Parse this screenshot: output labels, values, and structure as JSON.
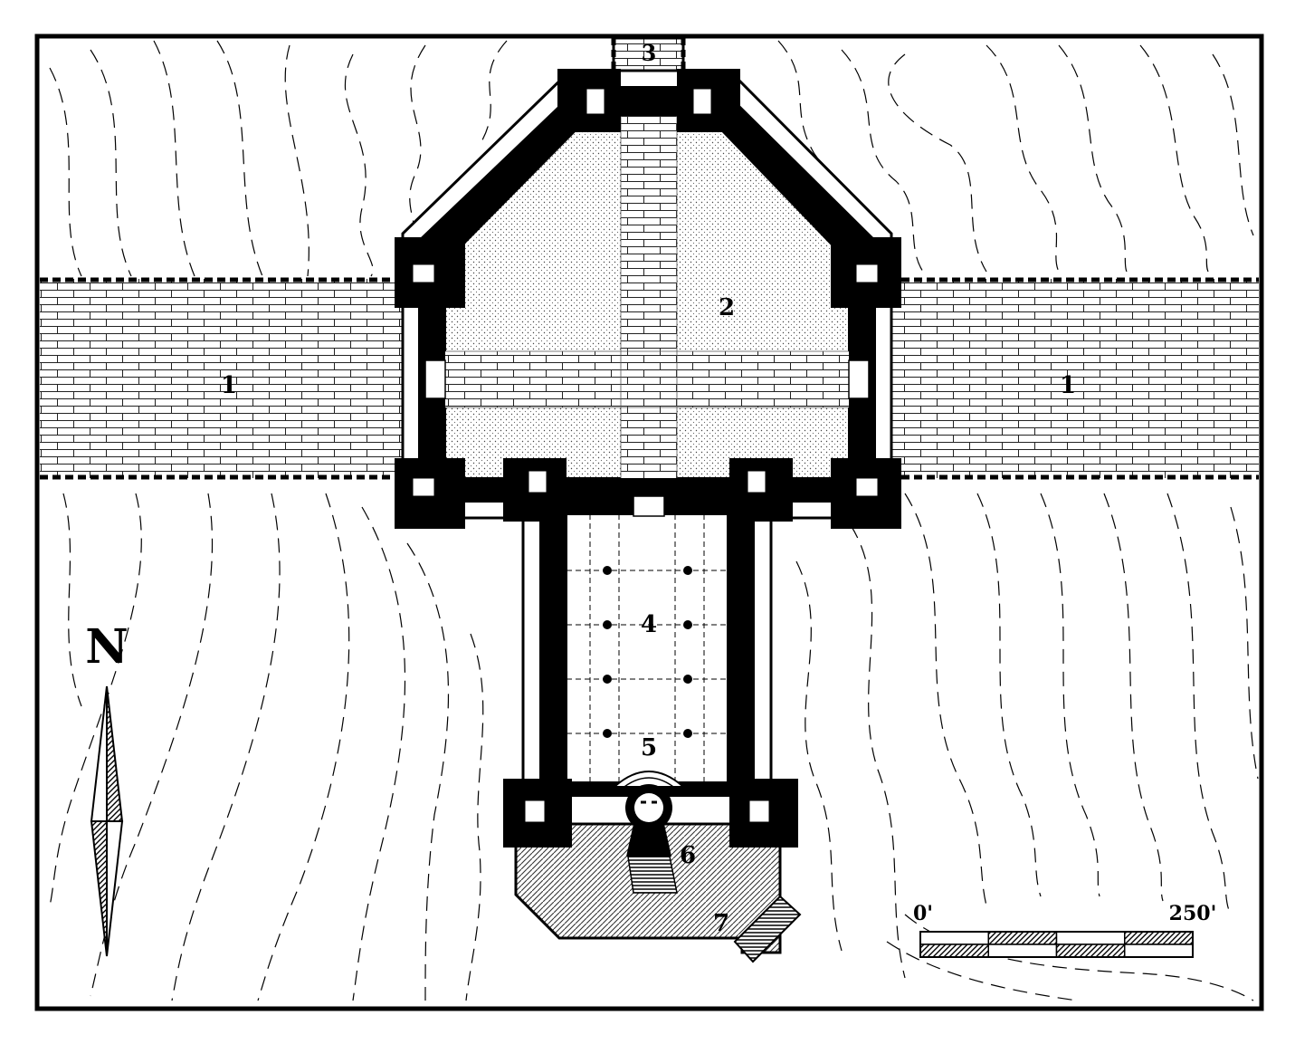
{
  "labels": {
    "road_west": "1",
    "road_east": "1",
    "courtyard": "2",
    "north_gate": "3",
    "hall": "4",
    "dais": "5",
    "throne": "6",
    "terrace_stair": "7"
  },
  "compass": {
    "north": "N"
  },
  "scale": {
    "start": "0'",
    "end": "250'",
    "segments": 4
  },
  "colors": {
    "ink": "#000000",
    "paper": "#ffffff",
    "wall": "#000000"
  }
}
